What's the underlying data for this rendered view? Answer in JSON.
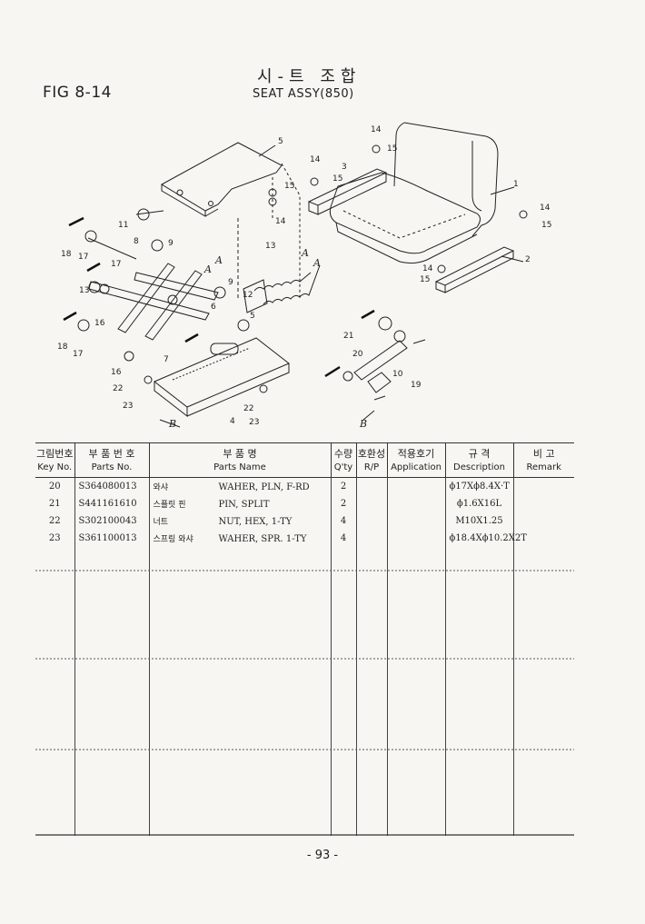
{
  "header": {
    "fig_label": "FIG 8-14",
    "title_ko": "시-트 조합",
    "title_en": "SEAT   ASSY(850)"
  },
  "diagram": {
    "callouts": [
      "1",
      "2",
      "3",
      "4",
      "5",
      "5",
      "6",
      "7",
      "8",
      "9",
      "9",
      "10",
      "11",
      "12",
      "13",
      "13",
      "14",
      "14",
      "14",
      "14",
      "14",
      "15",
      "15",
      "15",
      "15",
      "15",
      "16",
      "16",
      "17",
      "17",
      "17",
      "18",
      "18",
      "19",
      "20",
      "21",
      "22",
      "22",
      "23",
      "23"
    ],
    "ref_letters": [
      "A",
      "A",
      "A",
      "A",
      "B",
      "B"
    ]
  },
  "table": {
    "headers": [
      {
        "ko": "그림번호",
        "en": "Key No."
      },
      {
        "ko": "부 품 번 호",
        "en": "Parts No."
      },
      {
        "ko": "부  품  명",
        "en": "Parts Name"
      },
      {
        "ko": "수량",
        "en": "Q'ty"
      },
      {
        "ko": "호환성",
        "en": "R/P"
      },
      {
        "ko": "적용호기",
        "en": "Application"
      },
      {
        "ko": "규  격",
        "en": "Description"
      },
      {
        "ko": "비  고",
        "en": "Remark"
      }
    ],
    "rows": [
      {
        "key": "20",
        "part_no": "S364080013",
        "name_ko": "와샤",
        "name_en": "WAHER, PLN, F-RD",
        "qty": "2",
        "rp": "",
        "application": "",
        "description": "ϕ17Xϕ8.4X·T",
        "remark": ""
      },
      {
        "key": "21",
        "part_no": "S441161610",
        "name_ko": "스플릿 핀",
        "name_en": "PIN, SPLIT",
        "qty": "2",
        "rp": "",
        "application": "",
        "description": "ϕ1.6X16L",
        "remark": ""
      },
      {
        "key": "22",
        "part_no": "S302100043",
        "name_ko": "너트",
        "name_en": "NUT, HEX, 1-TY",
        "qty": "4",
        "rp": "",
        "application": "",
        "description": "M10X1.25",
        "remark": ""
      },
      {
        "key": "23",
        "part_no": "S361100013",
        "name_ko": "스프링 와샤",
        "name_en": "WAHER, SPR. 1-TY",
        "qty": "4",
        "rp": "",
        "application": "",
        "description": "ϕ18.4Xϕ10.2X2T",
        "remark": ""
      }
    ]
  },
  "footer": {
    "page_number": "- 93 -"
  }
}
